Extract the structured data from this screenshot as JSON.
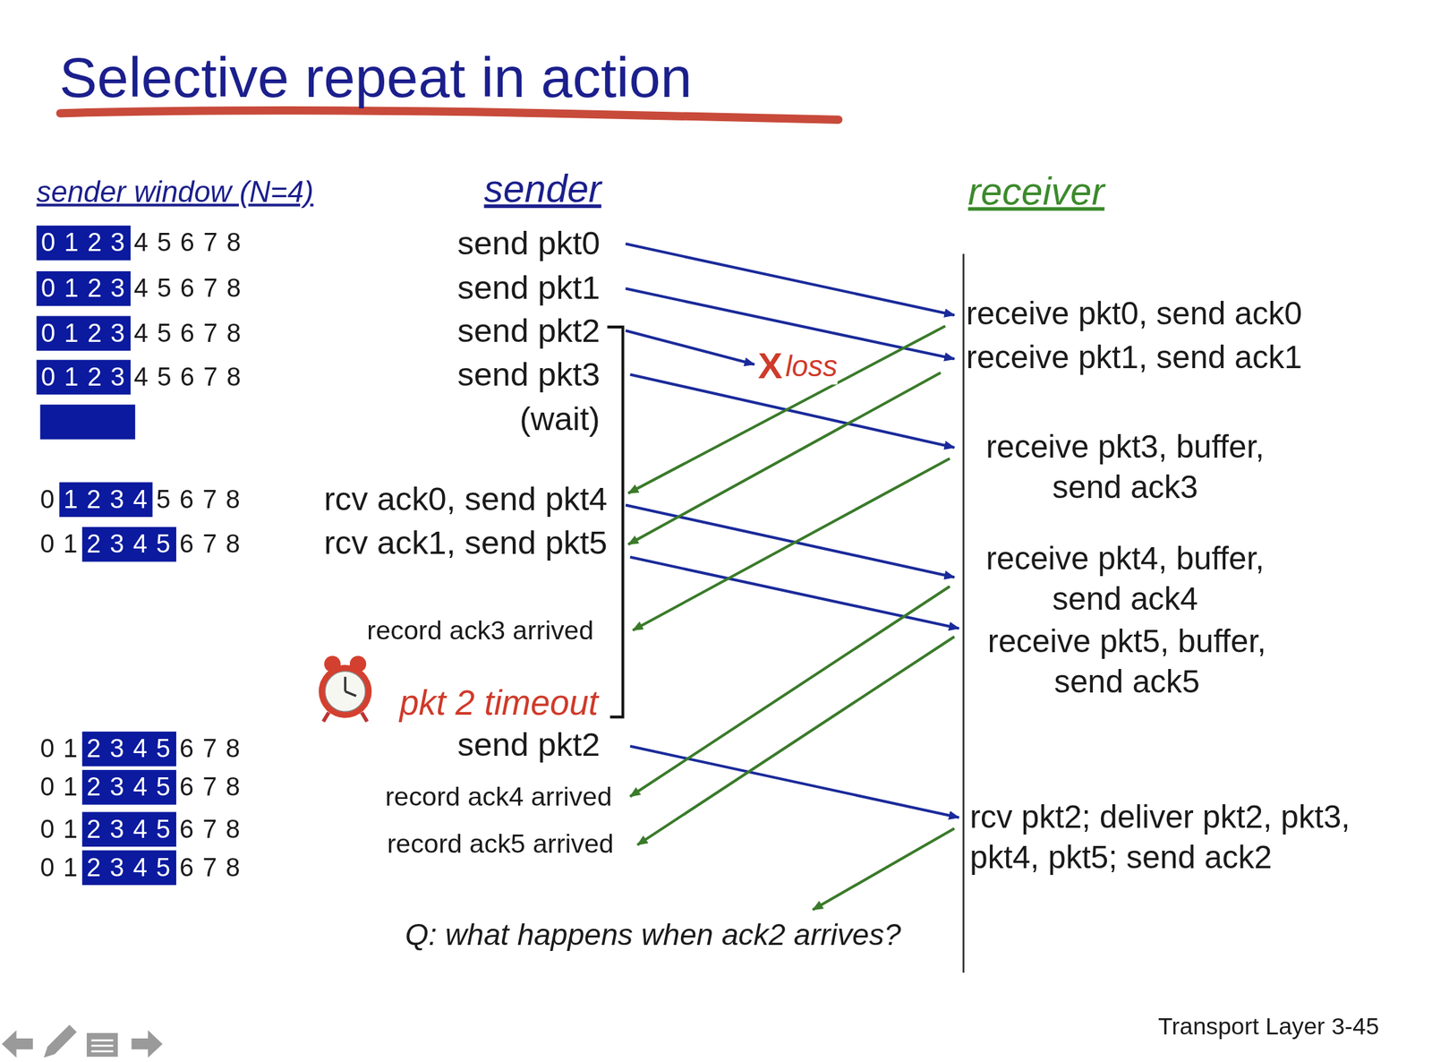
{
  "diagram": {
    "title": "Selective repeat in action",
    "labels": [
      "sender window (N=4)",
      "sender",
      "receiver",
      "0 1 2 3",
      "4 5 6 7 8",
      "0 1 2 3",
      "4 5 6 7 8",
      "0 1 2 3",
      "4 5 6 7 8",
      "0 1 2 3",
      "4 5 6 7 8",
      "0",
      "1 2 3 4",
      "5 6 7 8",
      "0 1",
      "2 3 4 5",
      "6 7 8",
      "0 1",
      "2 3 4 5",
      "6 7 8",
      "0 1",
      "2 3 4 5",
      "6 7 8",
      "0 1",
      "2 3 4 5",
      "6 7 8",
      "0 1",
      "2 3 4 5",
      "6 7 8",
      "send pkt0",
      "send pkt1",
      "send pkt2",
      "send pkt3",
      "(wait)",
      "rcv ack0, send pkt4",
      "rcv ack1, send pkt5",
      "record ack3 arrived",
      "pkt 2 timeout",
      "send pkt2",
      "record ack4 arrived",
      "record ack5 arrived",
      "receive pkt0, send ack0",
      "receive pkt1, send ack1",
      "receive pkt3, buffer, send ack3",
      "receive pkt4, buffer, send ack4",
      "receive pkt5, buffer, send ack5",
      "rcv pkt2; deliver pkt2, pkt3, pkt4, pkt5; send ack2",
      "X",
      "loss",
      "Q: what happens when ack2 arrives?",
      "Transport Layer 3-45"
    ]
  }
}
